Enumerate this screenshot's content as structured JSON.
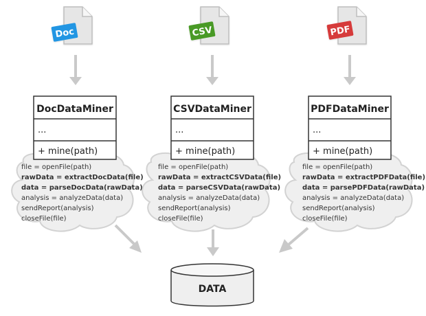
{
  "files": [
    {
      "tag": "Doc",
      "tag_color": "#2196e3"
    },
    {
      "tag": "CSV",
      "tag_color": "#4a9a25"
    },
    {
      "tag": "PDF",
      "tag_color": "#d63a3a"
    }
  ],
  "classes": [
    {
      "name": "DocDataMiner",
      "fields": "...",
      "method": "+ mine(path)",
      "steps": [
        {
          "text": "file = openFile(path)",
          "bold": false
        },
        {
          "text": "rawData = extractDocData(file)",
          "bold": true
        },
        {
          "text": "data = parseDocData(rawData)",
          "bold": true
        },
        {
          "text": "analysis = analyzeData(data)",
          "bold": false
        },
        {
          "text": "sendReport(analysis)",
          "bold": false
        },
        {
          "text": "closeFile(file)",
          "bold": false
        }
      ]
    },
    {
      "name": "CSVDataMiner",
      "fields": "...",
      "method": "+ mine(path)",
      "steps": [
        {
          "text": "file = openFile(path)",
          "bold": false
        },
        {
          "text": "rawData = extractCSVData(file)",
          "bold": true
        },
        {
          "text": "data = parseCSVData(rawData)",
          "bold": true
        },
        {
          "text": "analysis = analyzeData(data)",
          "bold": false
        },
        {
          "text": "sendReport(analysis)",
          "bold": false
        },
        {
          "text": "closeFile(file)",
          "bold": false
        }
      ]
    },
    {
      "name": "PDFDataMiner",
      "fields": "...",
      "method": "+ mine(path)",
      "steps": [
        {
          "text": "file = openFile(path)",
          "bold": false
        },
        {
          "text": "rawData = extractPDFData(file)",
          "bold": true
        },
        {
          "text": "data = parsePDFData(rawData)",
          "bold": true
        },
        {
          "text": "analysis = analyzeData(data)",
          "bold": false
        },
        {
          "text": "sendReport(analysis)",
          "bold": false
        },
        {
          "text": "closeFile(file)",
          "bold": false
        }
      ]
    }
  ],
  "database": {
    "label": "DATA"
  },
  "colors": {
    "stroke": "#333333",
    "cloud_fill": "#efefef",
    "cloud_stroke": "#d2d2d2",
    "arrow": "#c9c9c9",
    "box_fill": "#ffffff"
  }
}
